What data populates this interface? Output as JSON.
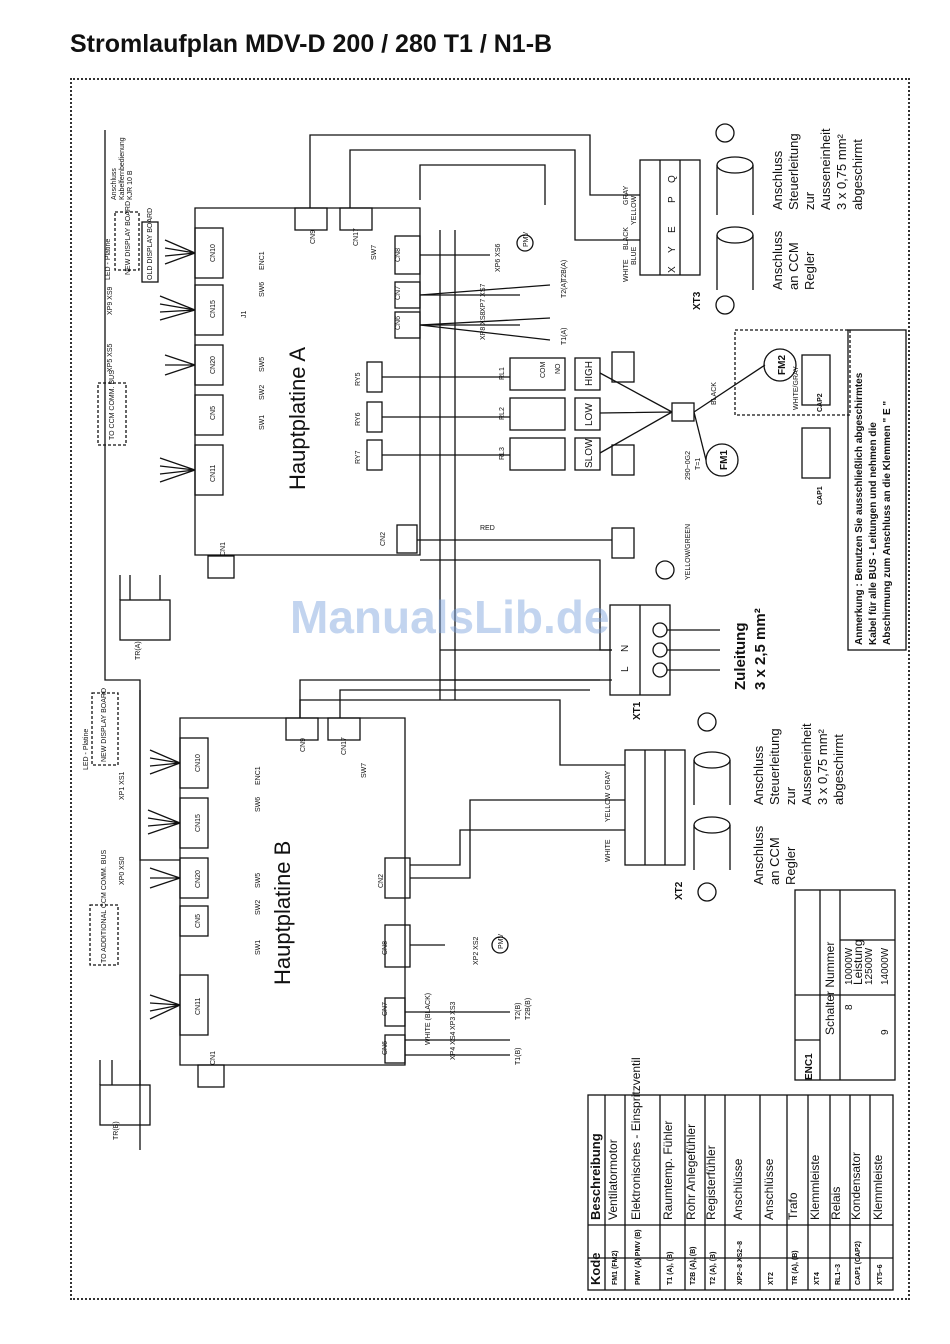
{
  "page_title": "Stromlaufplan MDV-D 200 / 280 T1 / N1-B",
  "watermark": "ManualsLib.de",
  "boards": {
    "a": {
      "name": "Hauptplatine A",
      "connectors": [
        "CN10",
        "CN15",
        "CN20",
        "CN5",
        "CN11",
        "CN1",
        "CN9",
        "CN17",
        "CN8",
        "CN7",
        "CN6",
        "CN2"
      ],
      "switches": [
        "SW7",
        "ENC1",
        "SW6",
        "SW5",
        "SW2",
        "SW1",
        "J1"
      ],
      "relays": [
        "RY5",
        "RY6",
        "RY7"
      ]
    },
    "b": {
      "name": "Hauptplatine B",
      "connectors": [
        "CN10",
        "CN15",
        "CN20",
        "CN5",
        "CN11",
        "CN1",
        "CN9",
        "CN17",
        "CN2",
        "CN8",
        "CN7",
        "CN6"
      ],
      "switches": [
        "SW7",
        "ENC1",
        "SW6",
        "SW5",
        "SW2",
        "SW1"
      ]
    }
  },
  "labels": {
    "anschluss_kabel": [
      "Anschluss",
      "Kabelfernbedienung",
      "KJR 10 B"
    ],
    "led_platine_a": "LED - Platine",
    "new_display": "NEW DISPLAY BOARD",
    "old_display": "OLD DISPLAY BOARD",
    "led_platine_b": "LED - Platine",
    "new_display_b": "NEW DISPLAY BOARD",
    "ccm_bus": "TO CCM COMM. BUS",
    "ccm_bus_b": "TO ADDITIONAL CCM COMM. BUS",
    "xp9": "XP9 XS9",
    "xp5": "XP5 XS5",
    "xp1": "XP1 XS1",
    "xp0": "XP0 XS0",
    "xp6": "XP6 XS6",
    "xp2": "XP2 XS2",
    "xp7": "XP7 XS7",
    "xp8": "XP8 XS8",
    "xp3": "XP3 XS3",
    "xp4": "XP4 XS4",
    "pmv": "PMV",
    "tr_a": "TR(A)",
    "tr_b": "TR(B)",
    "t2a": "T2(A)",
    "t2ba": "T2B(A)",
    "t1a": "T1(A)",
    "t2b": "T2(B)",
    "t2bb": "T2B(B)",
    "t1b": "T1(B)",
    "white_black": "WHITE (BLACK)",
    "rl1": "RL1",
    "rl2": "RL2",
    "rl3": "RL3",
    "high": "HIGH",
    "low": "LOW",
    "slow": "SLOW",
    "com": "COM",
    "no": "NO",
    "xt3": "XT3",
    "xt2": "XT2",
    "xt1": "XT1",
    "fm1": "FM1",
    "fm2": "FM2",
    "cap1": "CAP1",
    "cap2": "CAP2",
    "thermo": [
      "290~0G2",
      "T=1"
    ],
    "terminals_top": [
      "Q",
      "P",
      "E"
    ],
    "terminals_bot": [
      "X",
      "Y",
      "E"
    ],
    "l": "L",
    "n": "N",
    "zuleitung": [
      "Zuleitung",
      "3 x 2,5 mm²"
    ],
    "steuer_a": [
      "Anschluss",
      "Steuerleitung",
      "zur",
      "Ausseneinheit",
      "3 x 0,75 mm²",
      "abgeschirmt"
    ],
    "ccm_a": [
      "Anschluss",
      "an CCM",
      "Regler"
    ],
    "steuer_b": [
      "Anschluss",
      "Steuerleitung",
      "zur",
      "Ausseneinheit",
      "3 x 0,75 mm²",
      "abgeschirmt"
    ],
    "ccm_b": [
      "Anschluss",
      "an CCM",
      "Regler"
    ],
    "anmerkung": [
      "Anmerkung : Benutzen Sie ausschließlich abgeschirmtes",
      "Kabel für alle BUS - Leitungen und nehmen die",
      "Abschirmung zum Anschluss an die Klemmen \" E \""
    ],
    "wire_colors": [
      "GRAY",
      "YELLOW",
      "BLACK",
      "BLUE",
      "WHITE",
      "RED",
      "YELLOW/GREEN",
      "WHITE/GRAY",
      "BLACK"
    ]
  },
  "enc_table": {
    "headers": [
      "ENC1",
      "Schalter Nummer",
      "Leistung"
    ],
    "rows": [
      [
        "8",
        "10000W"
      ],
      [
        "",
        "12500W"
      ],
      [
        "9",
        "14000W"
      ]
    ]
  },
  "legend": {
    "headers": [
      "Kode",
      "Beschreibung"
    ],
    "rows": [
      [
        "FM1 (FM2)",
        "Ventilatormotor"
      ],
      [
        "PMV (A) PMV (B)",
        "Elektronisches - Einspritzventil"
      ],
      [
        "T1 (A), (B)",
        "Raumtemp. Fühler"
      ],
      [
        "T2B (A), (B)",
        "Rohr Anlegefühler"
      ],
      [
        "T2 (A), (B)",
        "Registerfühler"
      ],
      [
        "XP2–8 XS2–8",
        "Anschlüsse"
      ],
      [
        "XT2",
        "Anschlüsse"
      ],
      [
        "TR (A), (B)",
        "Trafo"
      ],
      [
        "XT4",
        "Klemmleiste"
      ],
      [
        "RL1–3",
        "Relais"
      ],
      [
        "CAP1 (CAP2)",
        "Kondensator"
      ],
      [
        "XT5–6",
        "Klemmleiste"
      ]
    ]
  },
  "colors": {
    "line": "#111111",
    "watermark": "#78a0dc"
  }
}
